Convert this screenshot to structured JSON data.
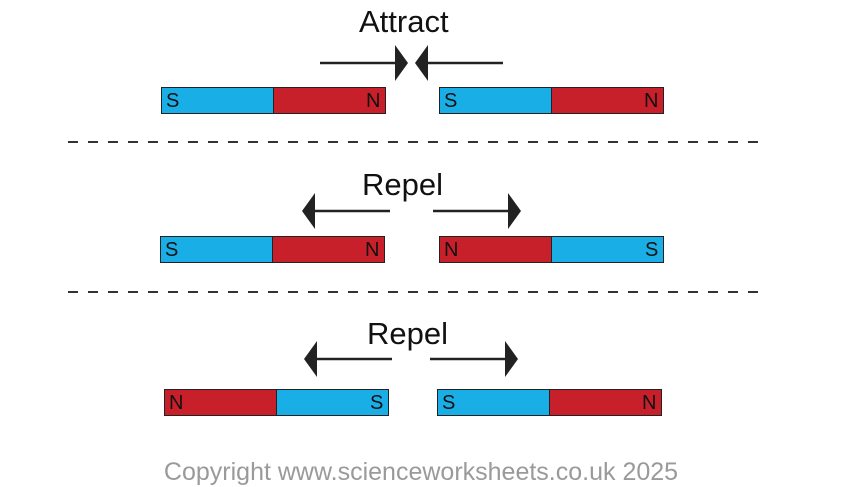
{
  "colors": {
    "south_pole": "#1aaee6",
    "north_pole": "#c8202a",
    "arrow": "#222222",
    "divider": "#333333",
    "copyright": "#9a9a9a"
  },
  "rows": [
    {
      "heading": "Attract",
      "arrow_direction": "inward",
      "left_magnet": {
        "left_pole": "S",
        "right_pole": "N"
      },
      "right_magnet": {
        "left_pole": "S",
        "right_pole": "N"
      }
    },
    {
      "heading": "Repel",
      "arrow_direction": "outward",
      "left_magnet": {
        "left_pole": "S",
        "right_pole": "N"
      },
      "right_magnet": {
        "left_pole": "N",
        "right_pole": "S"
      }
    },
    {
      "heading": "Repel",
      "arrow_direction": "outward",
      "left_magnet": {
        "left_pole": "N",
        "right_pole": "S"
      },
      "right_magnet": {
        "left_pole": "S",
        "right_pole": "N"
      }
    }
  ],
  "copyright": "Copyright www.scienceworksheets.co.uk 2025"
}
